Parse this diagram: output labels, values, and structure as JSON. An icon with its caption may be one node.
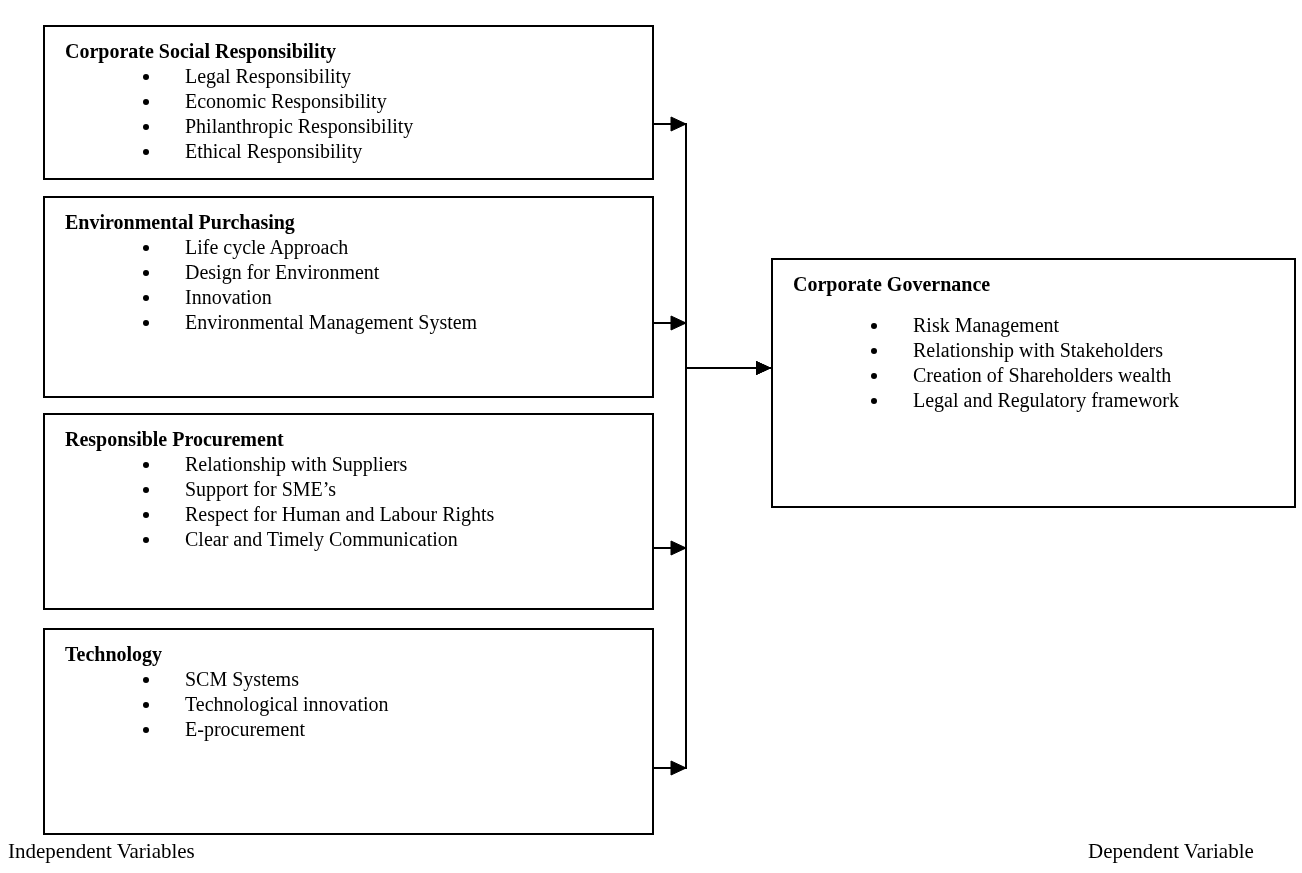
{
  "diagram": {
    "nodes": [
      {
        "text": [
          "Corporate Social Responsibility",
          "Legal Responsibility",
          "Economic Responsibility",
          "Philanthropic Responsibility",
          "Ethical Responsibility"
        ]
      },
      {
        "text": [
          "Environmental Purchasing",
          "Life cycle Approach",
          "Design for Environment",
          "Innovation",
          "Environmental Management System"
        ]
      },
      {
        "text": [
          "Responsible Procurement",
          "Relationship with Suppliers",
          "Support for SME’s",
          "Respect for Human and Labour Rights",
          "Clear and Timely Communication"
        ]
      },
      {
        "text": [
          "Technology",
          "SCM Systems",
          "Technological innovation",
          "E-procurement"
        ]
      },
      {
        "text": [
          "Corporate Governance",
          "Risk Management",
          "Relationship with Stakeholders",
          "Creation of Shareholders wealth",
          "Legal and Regulatory framework"
        ]
      }
    ],
    "edges": [
      {
        "from": 0,
        "to": 4,
        "arrow": "to"
      },
      {
        "from": 1,
        "to": 4,
        "arrow": "to"
      },
      {
        "from": 2,
        "to": 4,
        "arrow": "to"
      },
      {
        "from": 3,
        "to": 4,
        "arrow": "to"
      }
    ],
    "labels": [
      "Independent Variables",
      "Dependent Variable"
    ]
  }
}
